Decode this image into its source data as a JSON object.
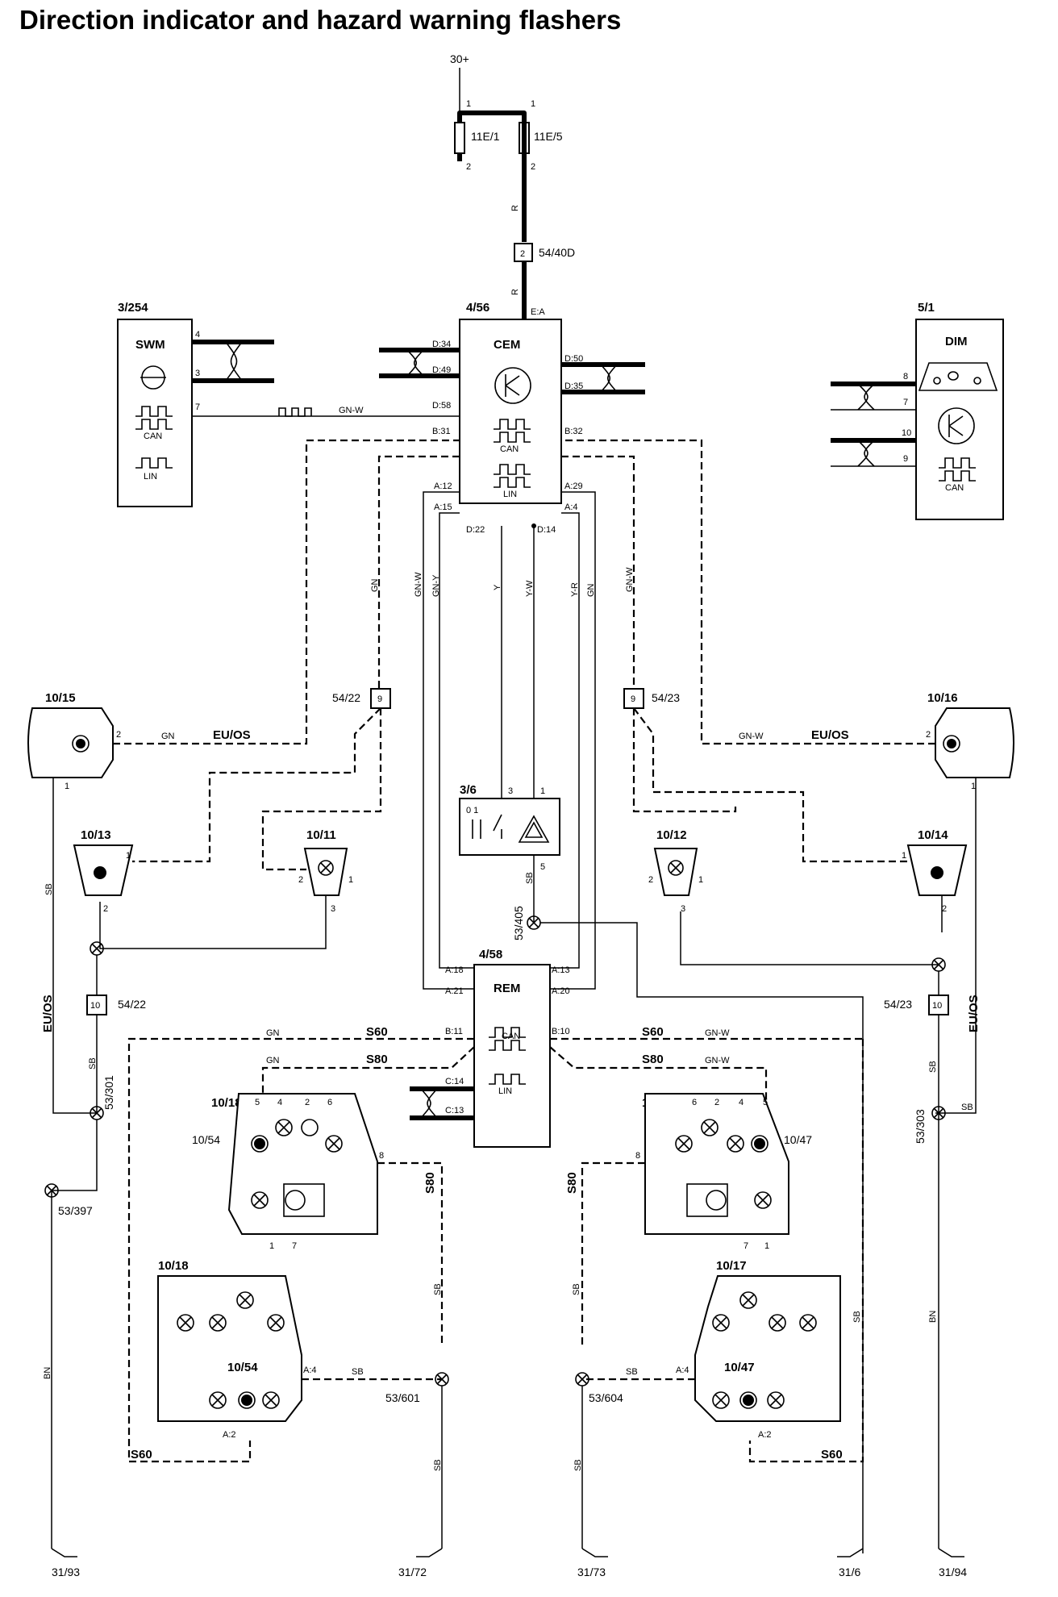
{
  "title": "Direction indicator and hazard warning flashers",
  "supply": "30+",
  "fuses": [
    "11E/1",
    "11E/5"
  ],
  "connectors": {
    "c5440d": "54/40D",
    "c5422": "54/22",
    "c5423": "54/23",
    "pin2": "2",
    "pin9": "9",
    "pin10": "10"
  },
  "modules": {
    "swm": {
      "id": "3/254",
      "name": "SWM",
      "can": "CAN",
      "lin": "LIN"
    },
    "cem": {
      "id": "4/56",
      "name": "CEM",
      "can": "CAN",
      "lin": "LIN"
    },
    "dim": {
      "id": "5/1",
      "name": "DIM",
      "can": "CAN"
    },
    "rem": {
      "id": "4/58",
      "name": "REM",
      "can": "CAN",
      "lin": "LIN"
    },
    "hazard_switch": {
      "id": "3/6",
      "contacts": "0 1"
    }
  },
  "cem_pins": [
    "E:A",
    "D:34",
    "D:49",
    "D:58",
    "B:31",
    "D:50",
    "D:35",
    "B:32",
    "A:12",
    "A:15",
    "D:22",
    "D:14",
    "A:29",
    "A:4"
  ],
  "rem_pins": [
    "A:18",
    "A:21",
    "A:13",
    "A:20",
    "B:11",
    "B:10",
    "C:14",
    "C:13"
  ],
  "lamps": {
    "front_left": "10/15",
    "front_right": "10/16",
    "side_l1": "10/13",
    "side_l2": "10/11",
    "side_r1": "10/12",
    "side_r2": "10/14",
    "rear_left": "10/18",
    "rear_right": "10/17",
    "rear_left_b": "10/54",
    "rear_right_b": "10/47"
  },
  "wire_colors": [
    "R",
    "GN-W",
    "GN",
    "GN-Y",
    "Y",
    "Y-W",
    "Y-R",
    "SB",
    "BN"
  ],
  "markets": {
    "euos": "EU/OS",
    "s60": "S60",
    "s80": "S80"
  },
  "splices": [
    "53/405",
    "53/301",
    "53/397",
    "53/601",
    "53/604",
    "53/303"
  ],
  "grounds": [
    "31/93",
    "31/72",
    "31/73",
    "31/6",
    "31/94"
  ],
  "misc": {
    "a4": "A:4",
    "a2": "A:2"
  }
}
